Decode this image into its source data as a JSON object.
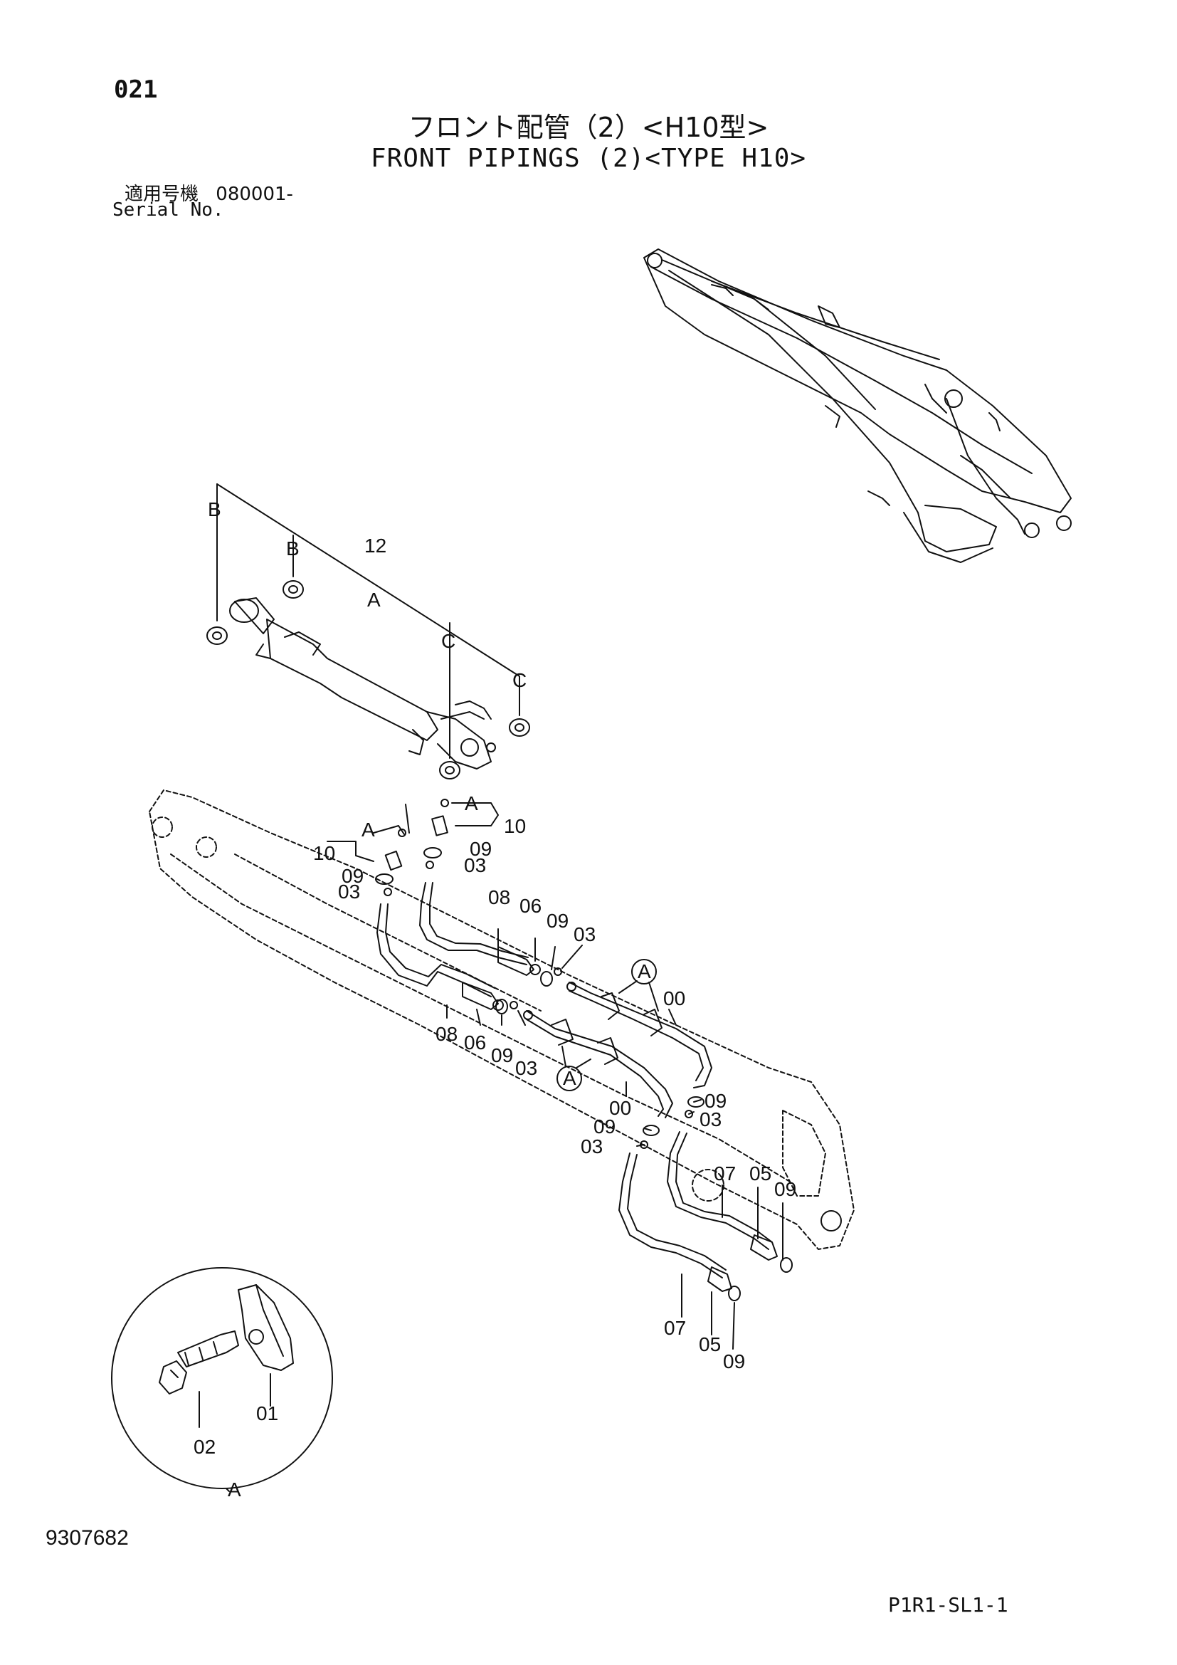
{
  "header": {
    "page_number": "021",
    "title_ja": "フロント配管（2）<H10型>",
    "title_en": "FRONT PIPINGS (2)<TYPE H10>",
    "serial_label_ja": "適用号機",
    "serial_value": "080001-",
    "serial_label_en": "Serial No."
  },
  "footer": {
    "document_number": "9307682",
    "sheet_code": "P1R1-SL1-1"
  },
  "callouts": {
    "bracket_b_left": "B",
    "bracket_b_right": "B",
    "assembly_12": "12",
    "detail_a_top": "A",
    "bracket_c_left": "C",
    "bracket_c_right": "C",
    "a_left": "A",
    "a_right": "A",
    "p10_left": "10",
    "p10_right": "10",
    "p09_left": "09",
    "p09_right": "09",
    "p03_left": "03",
    "p03_right": "03",
    "p08_upper": "08",
    "p06_upper": "06",
    "p09_mid_upper": "09",
    "p03_mid_upper": "03",
    "a_circle_upper": "A",
    "p00_upper": "00",
    "p08_lower": "08",
    "p06_lower": "06",
    "p09_mid_lower": "09",
    "p03_mid_lower": "03",
    "a_circle_lower": "A",
    "p00_lower": "00",
    "p09_right_upper": "09",
    "p03_right_upper": "03",
    "p09_right_lower": "09",
    "p03_right_lower": "03",
    "p07_upper": "07",
    "p05_upper": "05",
    "p09_far_right": "09",
    "p07_lower": "07",
    "p05_lower": "05",
    "p09_bottom": "09",
    "p02_detail": "02",
    "p01_detail": "01",
    "detail_circle_a": "A"
  }
}
